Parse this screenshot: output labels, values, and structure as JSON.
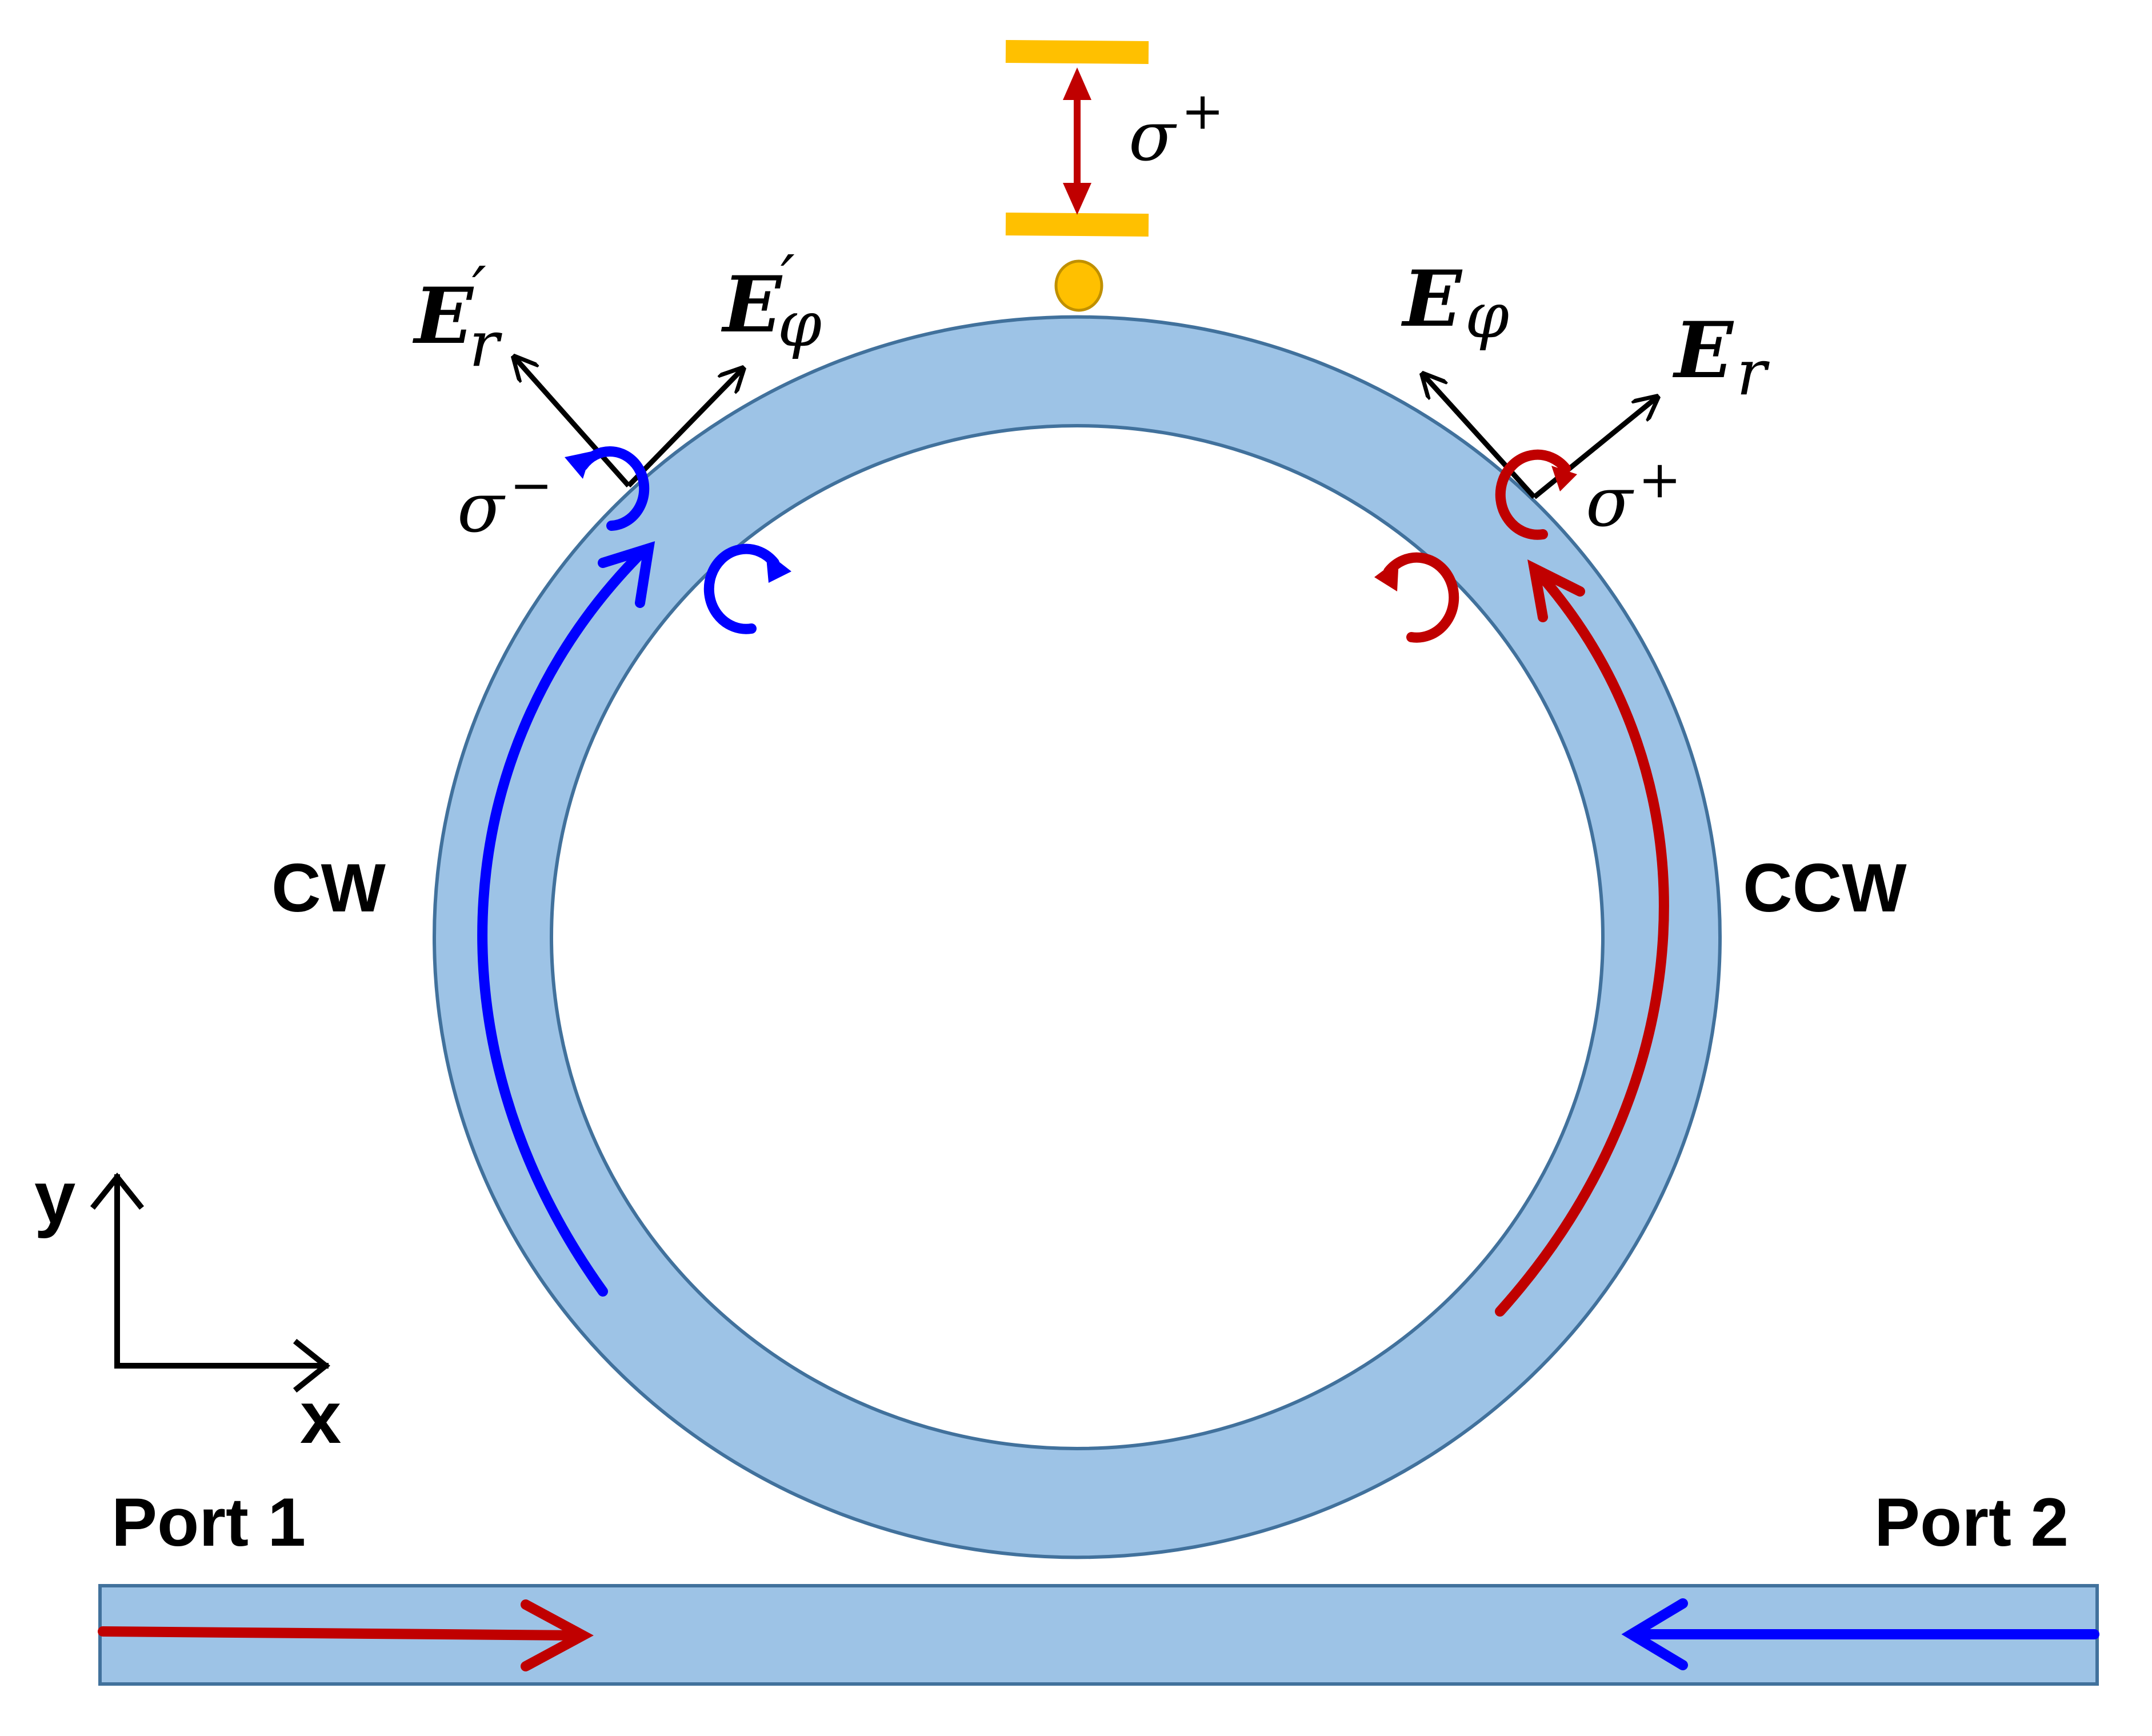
{
  "colors": {
    "waveguide_fill": "#9dc3e6",
    "waveguide_stroke": "#41719c",
    "red": "#c00000",
    "blue": "#0000ff",
    "gold": "#ffc000",
    "black": "#000000"
  },
  "labels": {
    "cw": "CW",
    "ccw": "CCW",
    "port1": "Port 1",
    "port2": "Port 2",
    "axis_x": "x",
    "axis_y": "y"
  },
  "math": {
    "sigma": "σ",
    "plus": "+",
    "minus": "−",
    "E": "E",
    "r": "r",
    "phi": "φ",
    "prime": "′"
  },
  "icons": {
    "emitter": "quantum-emitter-dot",
    "levels": "two-level-system-icon",
    "spin": "circular-polarization-icon"
  }
}
